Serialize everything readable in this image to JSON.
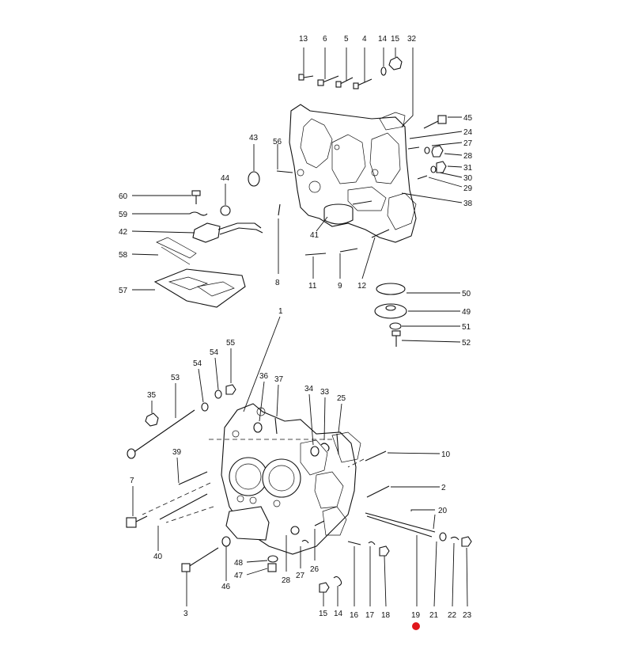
{
  "diagram": {
    "labels": [
      "13",
      "6",
      "5",
      "4",
      "14",
      "15",
      "32",
      "45",
      "24",
      "27",
      "28",
      "31",
      "30",
      "29",
      "38",
      "43",
      "56",
      "44",
      "60",
      "59",
      "42",
      "58",
      "57",
      "41",
      "8",
      "11",
      "9",
      "12",
      "50",
      "49",
      "51",
      "52",
      "1",
      "53",
      "54",
      "54",
      "55",
      "36",
      "37",
      "34",
      "33",
      "25",
      "35",
      "39",
      "10",
      "7",
      "2",
      "20",
      "40",
      "48",
      "47",
      "46",
      "3",
      "28",
      "27",
      "26",
      "16",
      "17",
      "18",
      "19",
      "21",
      "22",
      "23",
      "15",
      "14"
    ],
    "marker_color": "#e0161b",
    "ink_color": "#111111"
  }
}
